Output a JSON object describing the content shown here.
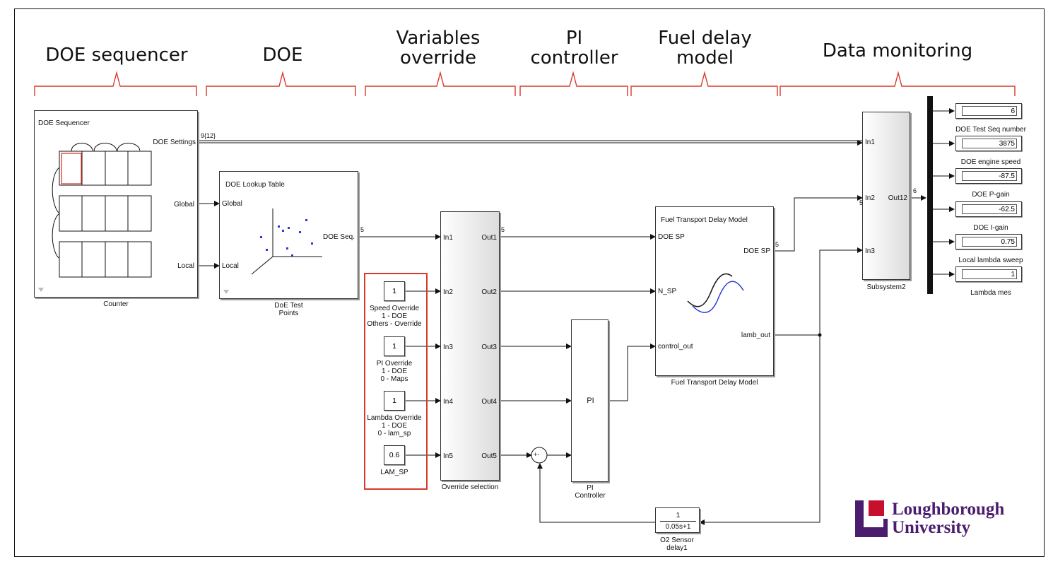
{
  "sections": [
    "DOE sequencer",
    "DOE",
    "Variables\noverride",
    "PI\ncontroller",
    "Fuel delay\nmodel",
    "Data monitoring"
  ],
  "sequencer": {
    "title": "DOE Sequencer",
    "out_label": "DOE Settings",
    "caption": "Counter",
    "signal": "9{12}"
  },
  "lookup": {
    "title": "DOE Lookup Table",
    "in_global": "Global",
    "in_local": "Local",
    "out_label": "DOE Seq.",
    "caption": "DoE Test\nPoints",
    "port_global": "Global",
    "port_local": "Local",
    "signal": "5"
  },
  "constants": [
    {
      "value": "1",
      "caption": "Speed Override\n1 - DOE\nOthers - Override"
    },
    {
      "value": "1",
      "caption": "PI Override\n1 - DOE\n0 - Maps"
    },
    {
      "value": "1",
      "caption": "Lambda Override\n1 - DOE\n0 - lam_sp"
    },
    {
      "value": "0.6",
      "caption": "LAM_SP"
    }
  ],
  "override": {
    "caption": "Override selection",
    "inputs": [
      "In1",
      "In2",
      "In3",
      "In4",
      "In5"
    ],
    "outputs": [
      "Out1",
      "Out2",
      "Out3",
      "Out4",
      "Out5"
    ],
    "signal": "5"
  },
  "pi": {
    "label": "PI",
    "caption": "PI\nController"
  },
  "sum": {
    "signs": "+-"
  },
  "fuel": {
    "title": "Fuel Transport Delay Model",
    "inputs": [
      "DOE SP",
      "N_SP",
      "control_out"
    ],
    "out1": "DOE SP",
    "out2": "lamb_out",
    "caption": "Fuel Transport Delay Model",
    "signal": "5"
  },
  "sensor": {
    "num": "1",
    "den": "0.05s+1",
    "caption": "O2 Sensor\ndelay1"
  },
  "subsystem": {
    "inputs": [
      "In1",
      "In2",
      "In3"
    ],
    "output": "Out12",
    "caption": "Subsystem2",
    "in_signal": "5",
    "out_signal": "6"
  },
  "displays": [
    {
      "value": "6",
      "label": "DOE Test Seq number"
    },
    {
      "value": "3875",
      "label": "DOE engine speed"
    },
    {
      "value": "-87.5",
      "label": "DOE  P-gain"
    },
    {
      "value": "-62.5",
      "label": "DOE  I-gain"
    },
    {
      "value": "0.75",
      "label": "Local lambda sweep"
    },
    {
      "value": "1",
      "label": "Lambda mes"
    }
  ],
  "logo": {
    "line1": "Loughborough",
    "line2": "University"
  },
  "colors": {
    "brace": "#d93a2b",
    "highlight": "#d93a2b",
    "logo": "#4b1d6e",
    "logo_square": "#c8102e",
    "plot_blue": "#2b37d6"
  }
}
